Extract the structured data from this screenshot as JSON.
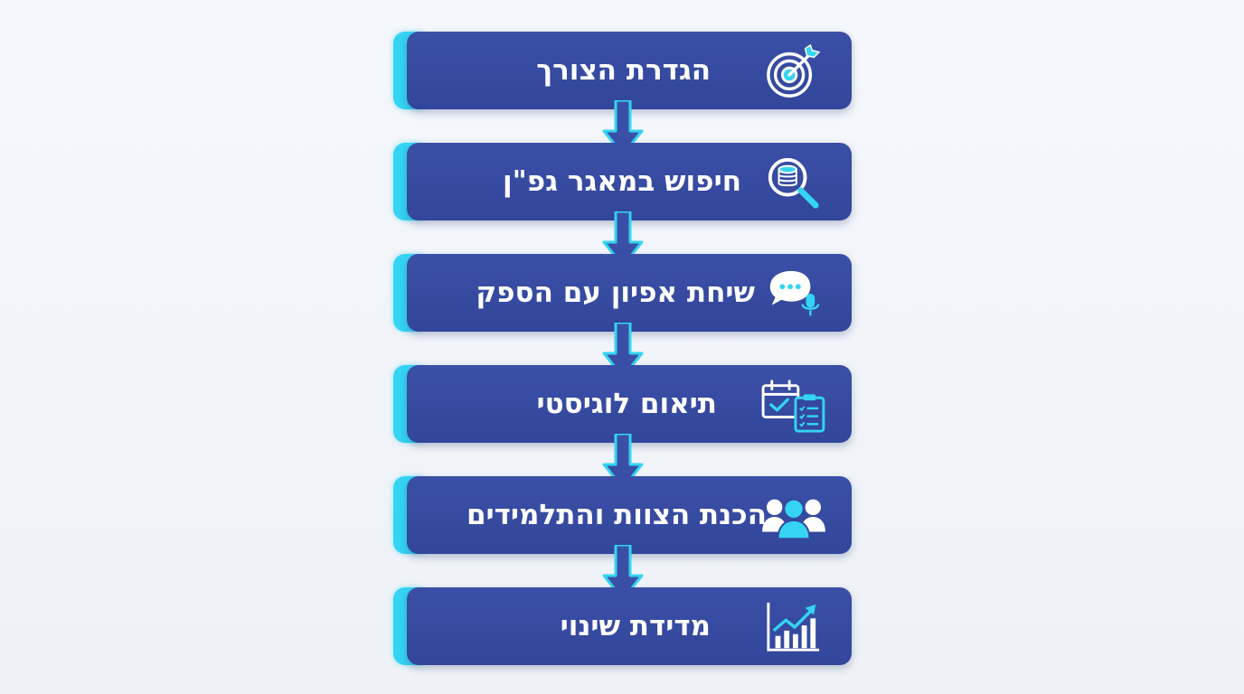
{
  "steps": [
    {
      "label": "הגדרת הצורך",
      "icon": "target-icon"
    },
    {
      "label": "חיפוש במאגר גפ\"ן",
      "icon": "database-search-icon"
    },
    {
      "label": "שיחת אפיון עם הספק",
      "icon": "chat-microphone-icon"
    },
    {
      "label": "תיאום לוגיסטי",
      "icon": "calendar-checklist-icon"
    },
    {
      "label": "הכנת הצוות והתלמידים",
      "icon": "team-icon"
    },
    {
      "label": "מדידת שינוי",
      "icon": "growth-chart-icon"
    }
  ],
  "colors": {
    "box": "#3447a0",
    "accent": "#34d4f2",
    "arrow": "#3a4fa6",
    "icon": "#ffffff"
  }
}
